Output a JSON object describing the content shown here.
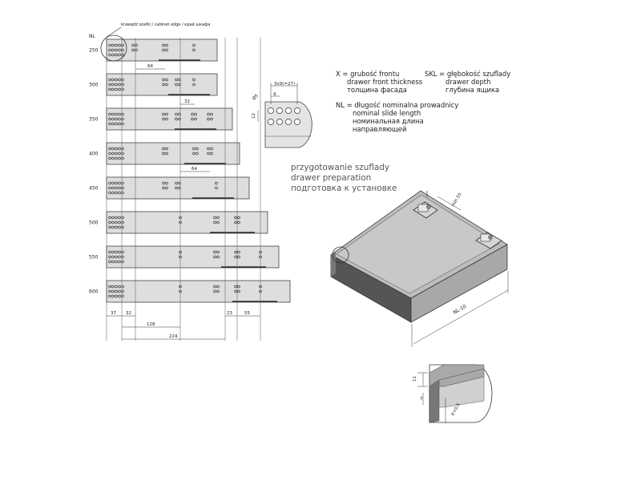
{
  "nl_header": "NL",
  "edge_label": "krawędź szafki / cabinet edge / край шкафа",
  "rows": [
    {
      "nl": "250"
    },
    {
      "nl": "300"
    },
    {
      "nl": "350"
    },
    {
      "nl": "400"
    },
    {
      "nl": "450"
    },
    {
      "nl": "500"
    },
    {
      "nl": "550"
    },
    {
      "nl": "600"
    }
  ],
  "row_dims": {
    "d64a": "64",
    "d32": "32",
    "d64b": "64"
  },
  "bottom_dims": {
    "d37": "37",
    "d32": "32",
    "d23": "23",
    "d55": "55",
    "d128": "128",
    "d224": "224"
  },
  "detail": {
    "pitch": "3x9(=27)",
    "d9": "9",
    "d12": "12",
    "d5": "Ø5"
  },
  "legend": {
    "x_pl": "X = grubość frontu",
    "x_en": "drawer front thickness",
    "x_ru": "толщина фасада",
    "skl_pl": "SKL = głębokość szuflady",
    "skl_en": "drawer depth",
    "skl_ru": "глубина ящика",
    "nl_pl": "NL = długość nominalna prowadnicy",
    "nl_en": "nominal slide length",
    "nl_ru1": "номинальная длина",
    "nl_ru2": "направляющей"
  },
  "section_title": {
    "pl": "przygotowanie szuflady",
    "en": "drawer preparation",
    "ru": "подготовка к установке"
  },
  "iso": {
    "width_label": "NL-10",
    "rear_label": "min 55"
  },
  "zoom": {
    "d11": "11",
    "d7": "7",
    "x_label": "X+0,5"
  }
}
